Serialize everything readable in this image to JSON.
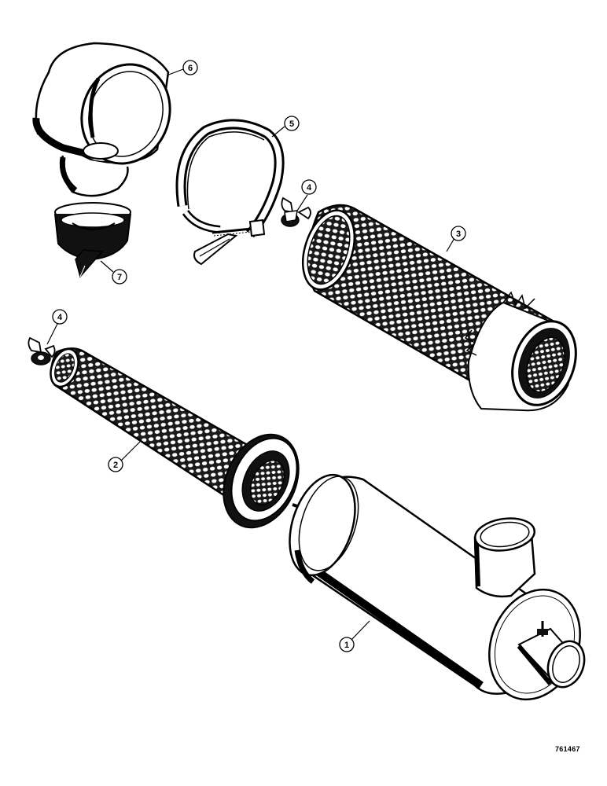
{
  "callouts": {
    "c1": "1",
    "c2": "2",
    "c3": "3",
    "c4a": "4",
    "c4b": "4",
    "c5": "5",
    "c6": "6",
    "c7": "7"
  },
  "figure_code": "761467"
}
